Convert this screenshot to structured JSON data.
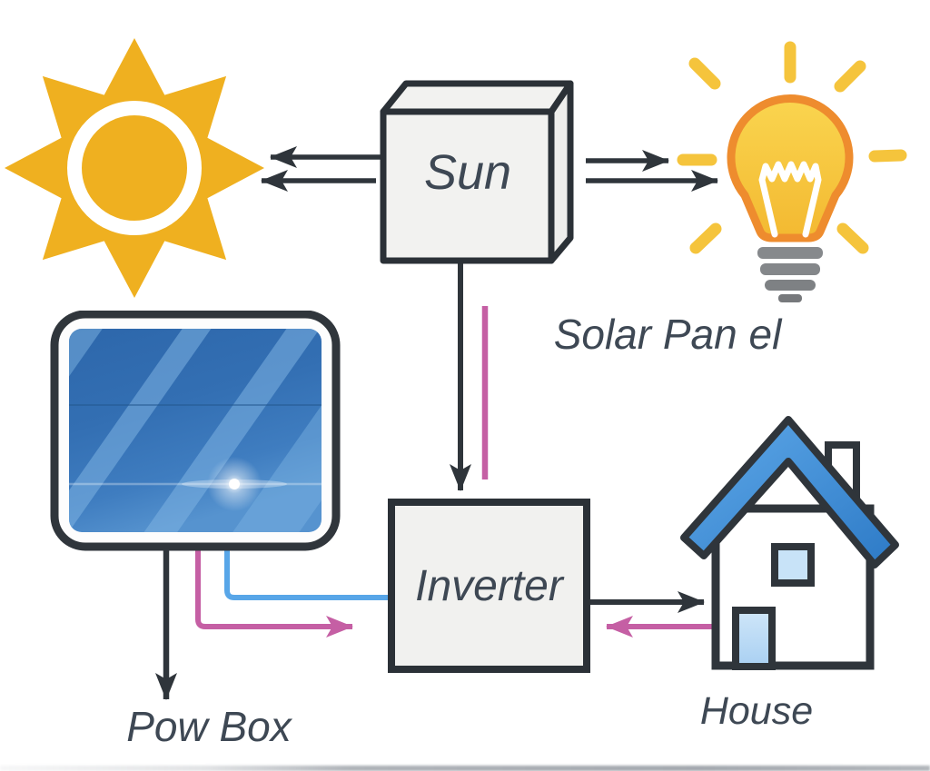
{
  "diagram": {
    "type": "flow-diagram",
    "background": "#ffffff"
  },
  "nodes": {
    "sun": {
      "label": "Sun",
      "shape": "3d-box"
    },
    "inverter": {
      "label": "Inverter",
      "shape": "rectangle"
    }
  },
  "labels": {
    "solar_panel": "Solar Pan el",
    "pow_box": "Pow Box",
    "house": "House"
  },
  "icons": {
    "sun": "sun-star-icon",
    "lightbulb": "lightbulb-icon",
    "solar_panel": "solar-panel-icon",
    "house": "house-icon"
  },
  "colors": {
    "line_dark": "#2f353b",
    "line_pink": "#c55fa4",
    "line_blue": "#58a6e8",
    "sun_amber": "#efb020",
    "bulb_yellow": "#f8cf45",
    "bulb_orange": "#ee8c2e",
    "bulb_base_gray": "#86898c",
    "panel_blue": "#3573b4",
    "roof_blue": "#3f8ed6",
    "window_blue": "#c8e3f8",
    "box_fill": "#f1f1ef",
    "box_border": "#2b3137",
    "text": "#3e4854"
  },
  "edges": [
    {
      "from": "sun-box",
      "to": "sun-icon",
      "style": "dark-arrow",
      "count": 2
    },
    {
      "from": "sun-box",
      "to": "lightbulb-icon",
      "style": "dark-arrow",
      "count": 2
    },
    {
      "from": "sun-box",
      "to": "inverter-box",
      "style": "dark-arrow with pink line"
    },
    {
      "from": "solar-panel-icon",
      "to": "pow-box-label",
      "style": "dark-arrow"
    },
    {
      "from": "solar-panel-icon",
      "to": "inverter-box",
      "style": "pink-arrow and blue line"
    },
    {
      "from": "inverter-box",
      "to": "house-icon",
      "style": "dark-arrow"
    },
    {
      "from": "house-icon",
      "to": "inverter-box",
      "style": "pink-arrow"
    }
  ]
}
